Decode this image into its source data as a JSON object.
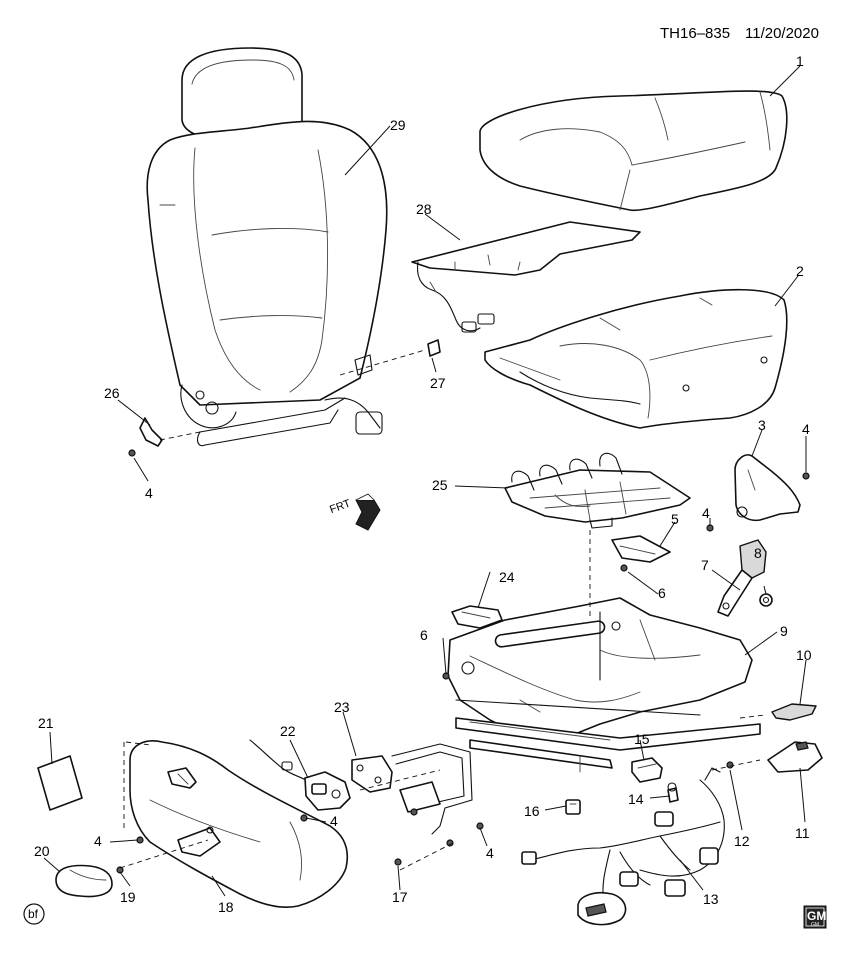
{
  "header": {
    "diagram_code": "TH16–835",
    "date": "11/20/2020"
  },
  "orientation_marker": {
    "label": "FRT",
    "icon": "arrow-forward-icon"
  },
  "corner_mark": "bf",
  "brand_logo": {
    "text": "GM",
    "subtext": "GM",
    "icon": "gm-logo"
  },
  "callouts": [
    {
      "id": "c1",
      "label": "1"
    },
    {
      "id": "c2",
      "label": "2"
    },
    {
      "id": "c3",
      "label": "3"
    },
    {
      "id": "c4a",
      "label": "4"
    },
    {
      "id": "c4b",
      "label": "4"
    },
    {
      "id": "c4c",
      "label": "4"
    },
    {
      "id": "c4d",
      "label": "4"
    },
    {
      "id": "c4e",
      "label": "4"
    },
    {
      "id": "c4f",
      "label": "4"
    },
    {
      "id": "c5",
      "label": "5"
    },
    {
      "id": "c6a",
      "label": "6"
    },
    {
      "id": "c6b",
      "label": "6"
    },
    {
      "id": "c7",
      "label": "7"
    },
    {
      "id": "c8",
      "label": "8"
    },
    {
      "id": "c9",
      "label": "9"
    },
    {
      "id": "c10",
      "label": "10"
    },
    {
      "id": "c11",
      "label": "11"
    },
    {
      "id": "c12",
      "label": "12"
    },
    {
      "id": "c13",
      "label": "13"
    },
    {
      "id": "c14",
      "label": "14"
    },
    {
      "id": "c15",
      "label": "15"
    },
    {
      "id": "c16",
      "label": "16"
    },
    {
      "id": "c17",
      "label": "17"
    },
    {
      "id": "c18",
      "label": "18"
    },
    {
      "id": "c19",
      "label": "19"
    },
    {
      "id": "c20",
      "label": "20"
    },
    {
      "id": "c21",
      "label": "21"
    },
    {
      "id": "c22",
      "label": "22"
    },
    {
      "id": "c23",
      "label": "23"
    },
    {
      "id": "c24",
      "label": "24"
    },
    {
      "id": "c25",
      "label": "25"
    },
    {
      "id": "c26",
      "label": "26"
    },
    {
      "id": "c27",
      "label": "27"
    },
    {
      "id": "c28",
      "label": "28"
    },
    {
      "id": "c29",
      "label": "29"
    }
  ]
}
